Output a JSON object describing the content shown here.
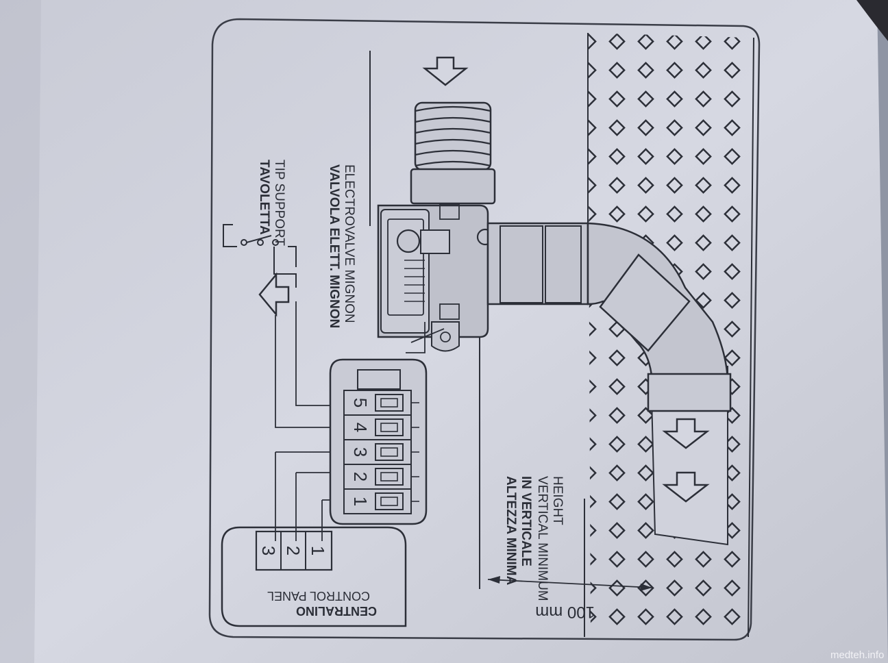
{
  "diagram": {
    "support_label_it": "TAVOLETTA",
    "support_label_en": "TIP SUPPORT",
    "valve_label_it": "VALVOLA ELETT. MIGNON",
    "valve_label_en": "ELECTROVALVE MIGNON",
    "height_label_it_1": "ALTEZZA MINIMA",
    "height_label_it_2": "IN VERTICALE",
    "height_label_en_1": "VERTICAL MINIMUM",
    "height_label_en_2": "HEIGHT",
    "dimension_label": "100 mm",
    "control_panel_it": "CENTRALINO",
    "control_panel_en": "CONTROL PANEL",
    "connector_pins": [
      "1",
      "2",
      "3",
      "4",
      "5"
    ],
    "panel_terminals": [
      "1",
      "2",
      "3"
    ]
  },
  "watermark": "medteh.info"
}
